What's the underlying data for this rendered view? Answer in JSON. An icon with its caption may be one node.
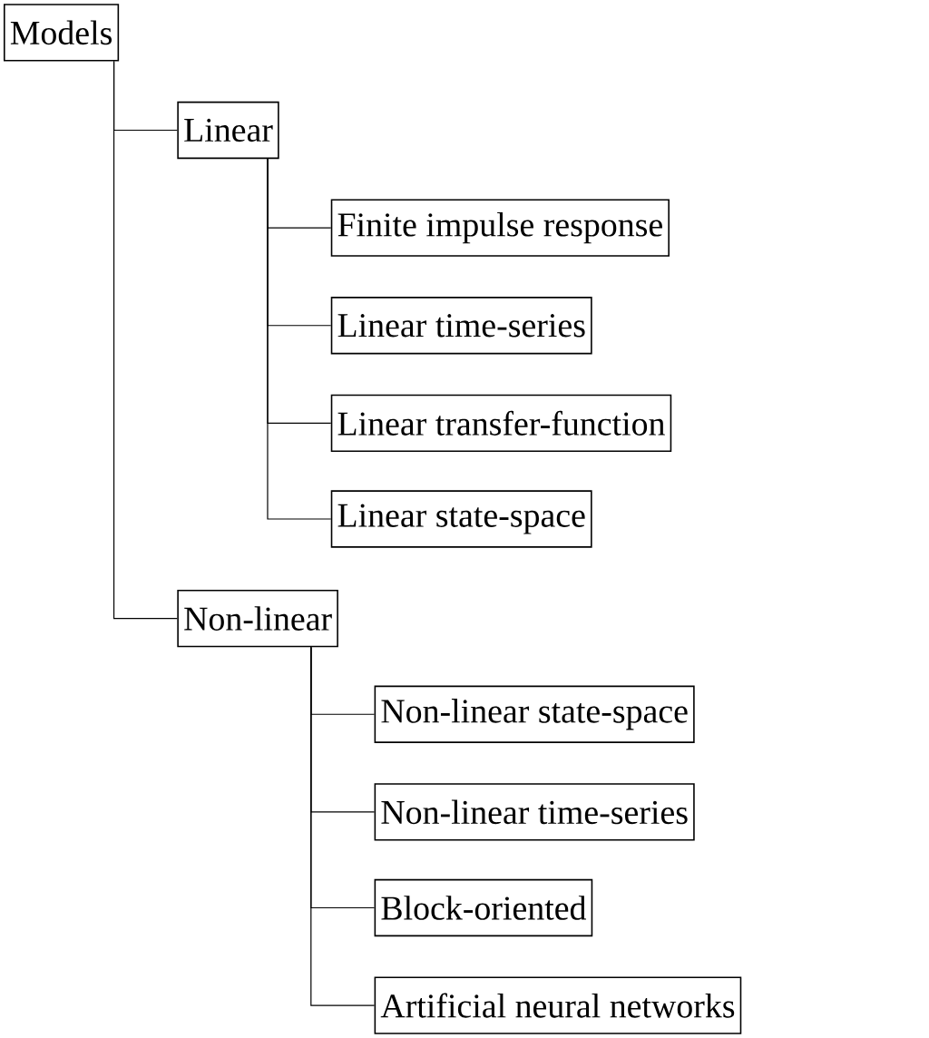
{
  "diagram": {
    "nodes": [
      {
        "text": [
          "Models"
        ]
      },
      {
        "text": [
          "Linear"
        ]
      },
      {
        "text": [
          "Finite impulse response"
        ]
      },
      {
        "text": [
          "Linear time-series"
        ]
      },
      {
        "text": [
          "Linear transfer-function"
        ]
      },
      {
        "text": [
          "Linear state-space"
        ]
      },
      {
        "text": [
          "Non-linear"
        ]
      },
      {
        "text": [
          "Non-linear state-space"
        ]
      },
      {
        "text": [
          "Non-linear time-series"
        ]
      },
      {
        "text": [
          "Block-oriented"
        ]
      },
      {
        "text": [
          "Artificial neural networks"
        ]
      }
    ],
    "edges": [
      {
        "from": 0,
        "to": 1,
        "arrow": "none"
      },
      {
        "from": 1,
        "to": 2,
        "arrow": "none"
      },
      {
        "from": 1,
        "to": 3,
        "arrow": "none"
      },
      {
        "from": 1,
        "to": 4,
        "arrow": "none"
      },
      {
        "from": 1,
        "to": 5,
        "arrow": "none"
      },
      {
        "from": 0,
        "to": 6,
        "arrow": "none"
      },
      {
        "from": 6,
        "to": 7,
        "arrow": "none"
      },
      {
        "from": 6,
        "to": 8,
        "arrow": "none"
      },
      {
        "from": 6,
        "to": 9,
        "arrow": "none"
      },
      {
        "from": 6,
        "to": 10,
        "arrow": "none"
      }
    ]
  }
}
